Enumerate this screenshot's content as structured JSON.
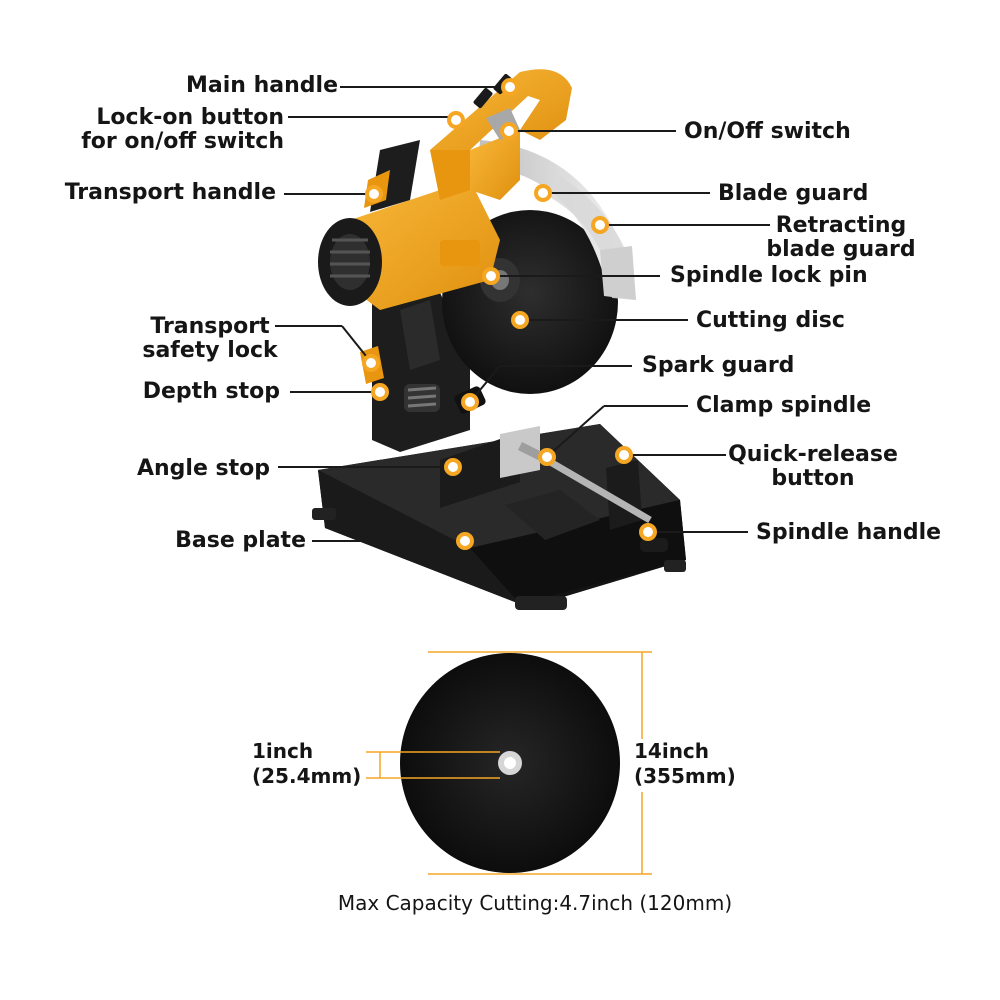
{
  "labels": {
    "main_handle": "Main handle",
    "lock_on_1": "Lock-on button",
    "lock_on_2": "for on/off switch",
    "on_off_switch": "On/Off switch",
    "transport_handle": "Transport handle",
    "blade_guard": "Blade guard",
    "retracting_1": "Retracting",
    "retracting_2": "blade guard",
    "spindle_lock_pin": "Spindle lock pin",
    "transport_lock_1": "Transport",
    "transport_lock_2": "safety lock",
    "cutting_disc": "Cutting disc",
    "depth_stop": "Depth stop",
    "spark_guard": "Spark guard",
    "clamp_spindle": "Clamp spindle",
    "angle_stop": "Angle stop",
    "quick_release_1": "Quick-release",
    "quick_release_2": "button",
    "base_plate": "Base plate",
    "spindle_handle": "Spindle handle"
  },
  "disc": {
    "bore_1": "1inch",
    "bore_2": "(25.4mm)",
    "diameter_1": "14inch",
    "diameter_2": "(355mm)",
    "capacity": "Max Capacity Cutting:4.7inch (120mm)"
  },
  "colors": {
    "tool_body": "#F5A623",
    "tool_dark": "#1E1E1E",
    "disc": "#111111",
    "callout_dot": "#F5A623",
    "dimension_line": "#F5A623"
  },
  "icons": {
    "callout_marker": "orange-ring-dot"
  }
}
